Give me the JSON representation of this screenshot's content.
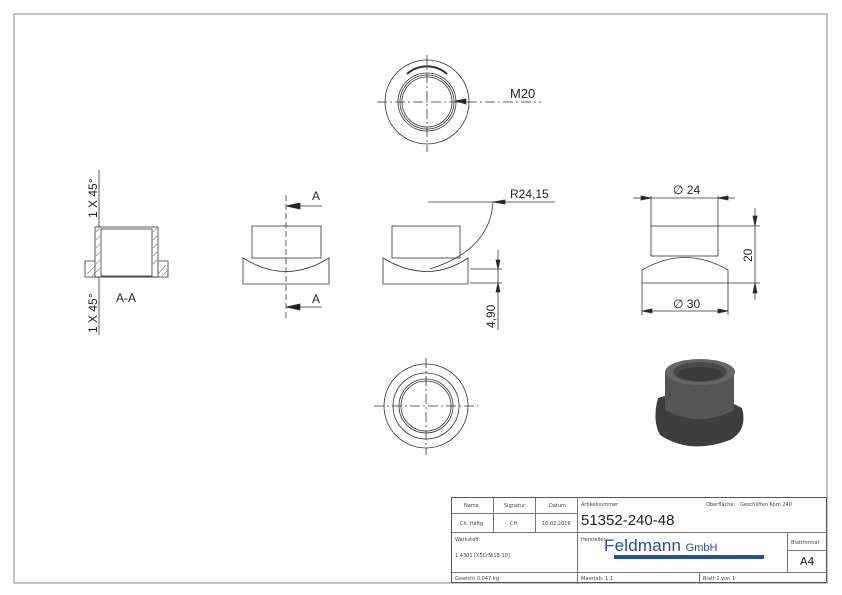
{
  "drawing": {
    "views": {
      "top_view": {
        "label": "M20"
      },
      "section_view": {
        "label": "A-A",
        "chamfer_top": "1 X 45°",
        "chamfer_bottom": "1 X 45°"
      },
      "front_view": {
        "section_marker_top": "A",
        "section_marker_bottom": "A"
      },
      "side_view": {
        "radius_label": "R24,15",
        "depth_label": "4,90"
      },
      "right_view": {
        "top_diameter": "∅ 24",
        "bottom_diameter": "∅ 30",
        "height": "20"
      },
      "bottom_view": {},
      "iso_view": {
        "color": "#4a4a4a"
      }
    }
  },
  "title_block": {
    "headers": {
      "name": "Name",
      "signature": "Signatur",
      "date": "Datum"
    },
    "values": {
      "name": "Ch. Häfig",
      "signature": "CH",
      "date": "16.02.2016"
    },
    "material_label": "Werkstoff:",
    "material_value": "1.4301 [X5CrNi18-10]",
    "weight": "Gewicht 0.047 kg",
    "article_label": "Artikelnummer",
    "article_number": "51352-240-48",
    "surface_label": "Oberfläche:",
    "surface_value": "Geschliffen Korn 240",
    "manufacturer_label": "Hersteller",
    "logo_text": "Feldmann",
    "logo_suffix": "GmbH",
    "logo_color": "#1f4fa8",
    "sheet_format_label": "Blattformat",
    "sheet_format": "A4",
    "scale": "Masstab: 1:1",
    "sheet": "Blatt 1 von 1"
  }
}
